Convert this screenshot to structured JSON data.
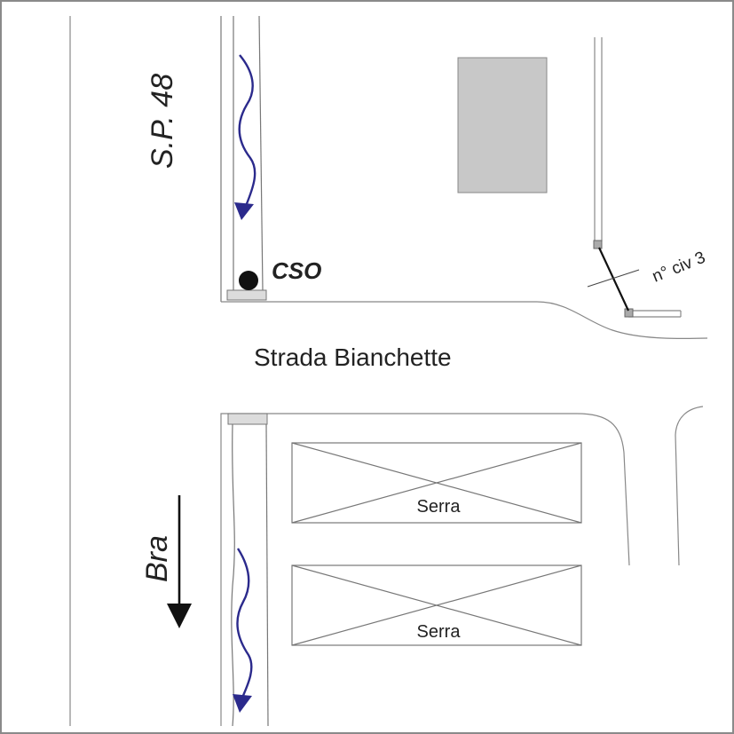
{
  "labels": {
    "road_sp48": "S.P. 48",
    "road_main": "Strada Bianchette",
    "direction_bra": "Bra",
    "cso": "CSO",
    "house_number": "n° civ 3",
    "greenhouse_1": "Serra",
    "greenhouse_2": "Serra"
  },
  "colors": {
    "line": "#777777",
    "building_fill": "#c8c8c8",
    "flow_arrow": "#2b2a8c",
    "black": "#111111"
  },
  "icons": {
    "flow_arrow": "wavy-flow-arrow-icon",
    "direction_arrow": "arrow-down-icon",
    "cso_marker": "filled-circle-icon"
  }
}
